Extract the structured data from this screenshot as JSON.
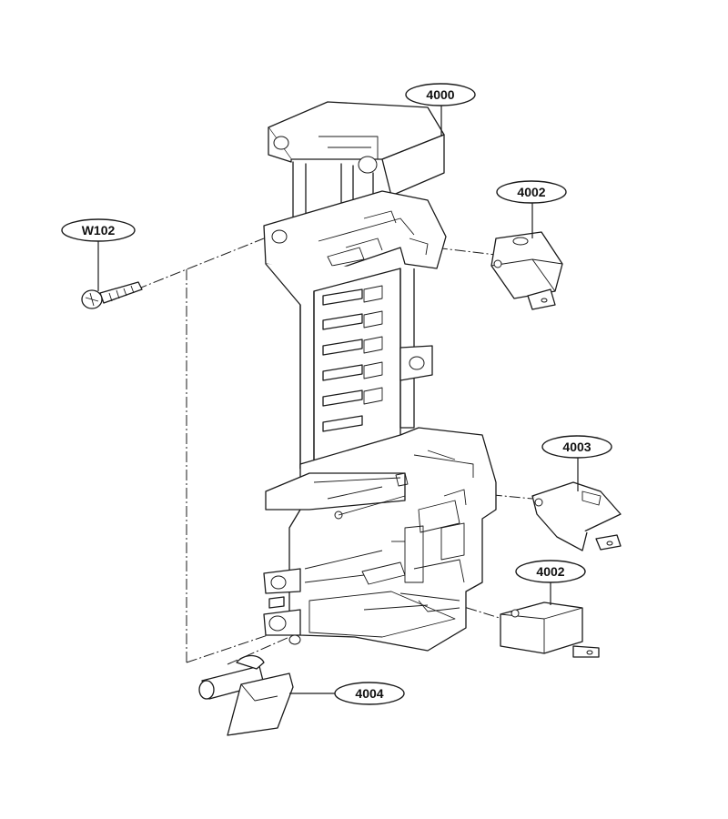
{
  "callouts": {
    "part_4000": "4000",
    "part_4002_upper": "4002",
    "part_4003": "4003",
    "part_4002_lower": "4002",
    "part_4004": "4004",
    "part_w102": "W102"
  }
}
